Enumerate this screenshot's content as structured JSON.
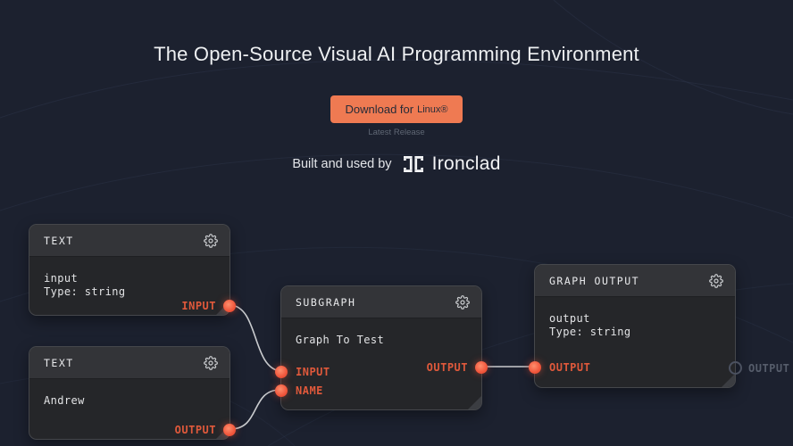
{
  "page": {
    "title": "The Open-Source Visual AI Programming Environment",
    "cta": {
      "label": "Download for",
      "os": "Linux®",
      "subtext": "Latest Release"
    },
    "social_proof": {
      "prefix": "Built and used by",
      "brand": "Ironclad"
    }
  },
  "graph": {
    "nodes": [
      {
        "title": "TEXT",
        "body": "input\nType: string",
        "ports_right": [
          {
            "label": "INPUT"
          }
        ]
      },
      {
        "title": "TEXT",
        "body": "Andrew",
        "ports_right": [
          {
            "label": "OUTPUT"
          }
        ]
      },
      {
        "title": "SUBGRAPH",
        "body": "Graph To Test",
        "ports_left": [
          {
            "label": "INPUT"
          },
          {
            "label": "NAME"
          }
        ],
        "ports_right": [
          {
            "label": "OUTPUT"
          }
        ]
      },
      {
        "title": "GRAPH OUTPUT",
        "body": "output\nType: string",
        "ports_left": [
          {
            "label": "OUTPUT"
          }
        ],
        "external_port": {
          "label": "OUTPUT"
        }
      }
    ]
  },
  "colors": {
    "background": "#1c212f",
    "accent": "#ef7a52",
    "node_body": "#252629",
    "node_header": "#333438",
    "port": "#f0543a",
    "port_label": "#e0593b",
    "wire": "#d8dadc",
    "muted": "#5f6774",
    "external_label": "#565d6b"
  }
}
